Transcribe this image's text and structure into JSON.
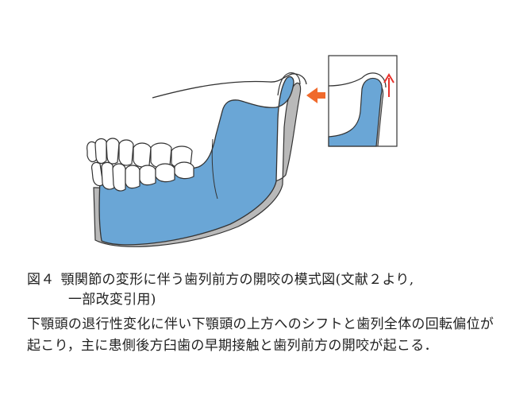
{
  "figure": {
    "colors": {
      "mandible_fill": "#6aa6d6",
      "shadow_fill": "#b9b9b9",
      "outline": "#333333",
      "arrow_orange": "#f06a2c",
      "arrow_red": "#e8322c",
      "tooth_fill": "#ffffff"
    },
    "icons": [
      "jaw-diagram",
      "orange-arrow-icon",
      "up-arrow-icon",
      "condyle-inset"
    ]
  },
  "caption": {
    "label": "図４",
    "line1": "顎関節の変形に伴う歯列前方の開咬の模式図(文献２より,",
    "line2": "一部改変引用)"
  },
  "body": {
    "text": "下顎頭の退行性変化に伴い下顎頭の上方へのシフトと歯列全体の回転偏位が起こり，主に患側後方臼歯の早期接触と歯列前方の開咬が起こる．"
  }
}
